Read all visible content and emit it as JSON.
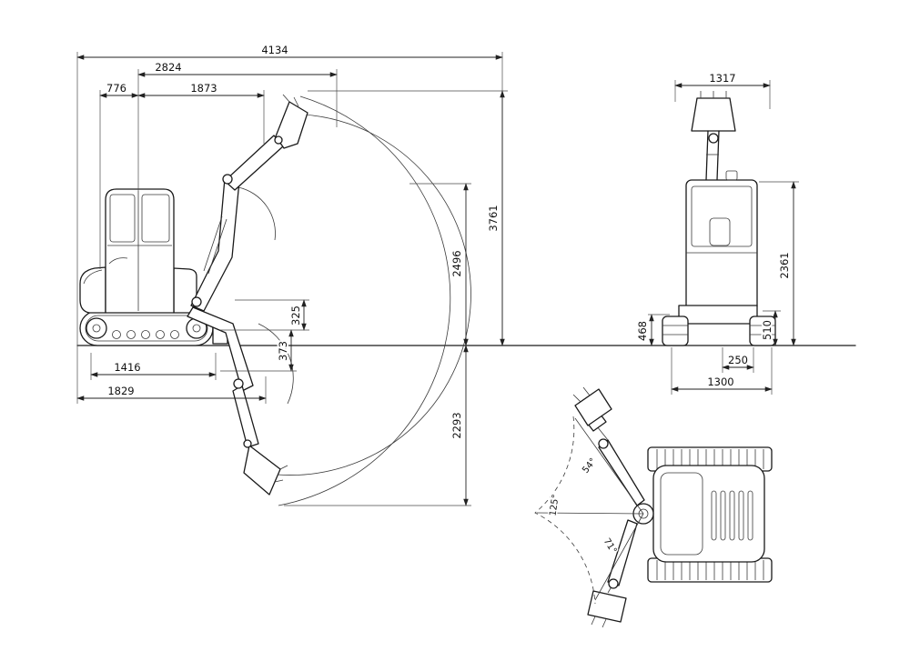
{
  "diagram": {
    "subject": "mini-excavator-dimension-drawing",
    "colors": {
      "line": "#1a1a1a",
      "background": "#ffffff"
    },
    "side": {
      "d4134": "4134",
      "d2824": "2824",
      "d776": "776",
      "d1873": "1873",
      "d3761": "3761",
      "d2496": "2496",
      "d2293": "2293",
      "d325": "325",
      "d373": "373",
      "d1416": "1416",
      "d1829": "1829"
    },
    "front": {
      "d1317": "1317",
      "d2361": "2361",
      "d510": "510",
      "d468": "468",
      "d250": "250",
      "d1300": "1300"
    },
    "top": {
      "a54": "54°",
      "a125": "125°",
      "a71": "71°"
    }
  }
}
